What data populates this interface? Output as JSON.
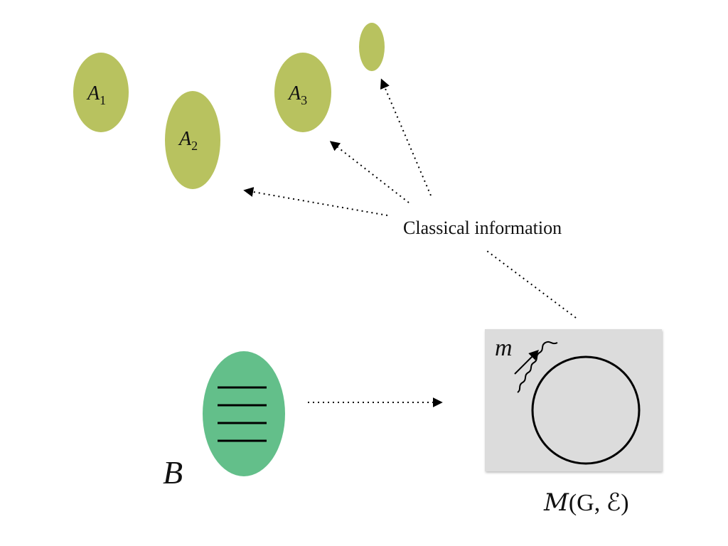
{
  "nodes": {
    "a1": {
      "base": "A",
      "sub": "1"
    },
    "a2": {
      "base": "A",
      "sub": "2"
    },
    "a3": {
      "base": "A",
      "sub": "3"
    },
    "b": {
      "label": "B"
    }
  },
  "annotation": {
    "classical_information": "Classical information"
  },
  "measurement": {
    "m_label": "m",
    "caption_prefix": "M",
    "caption_args": "(G, ℰ)"
  },
  "colors": {
    "parties": "#b8c25f",
    "source": "#63bf8a",
    "device_box": "#dcdcdc",
    "line": "#000000"
  }
}
